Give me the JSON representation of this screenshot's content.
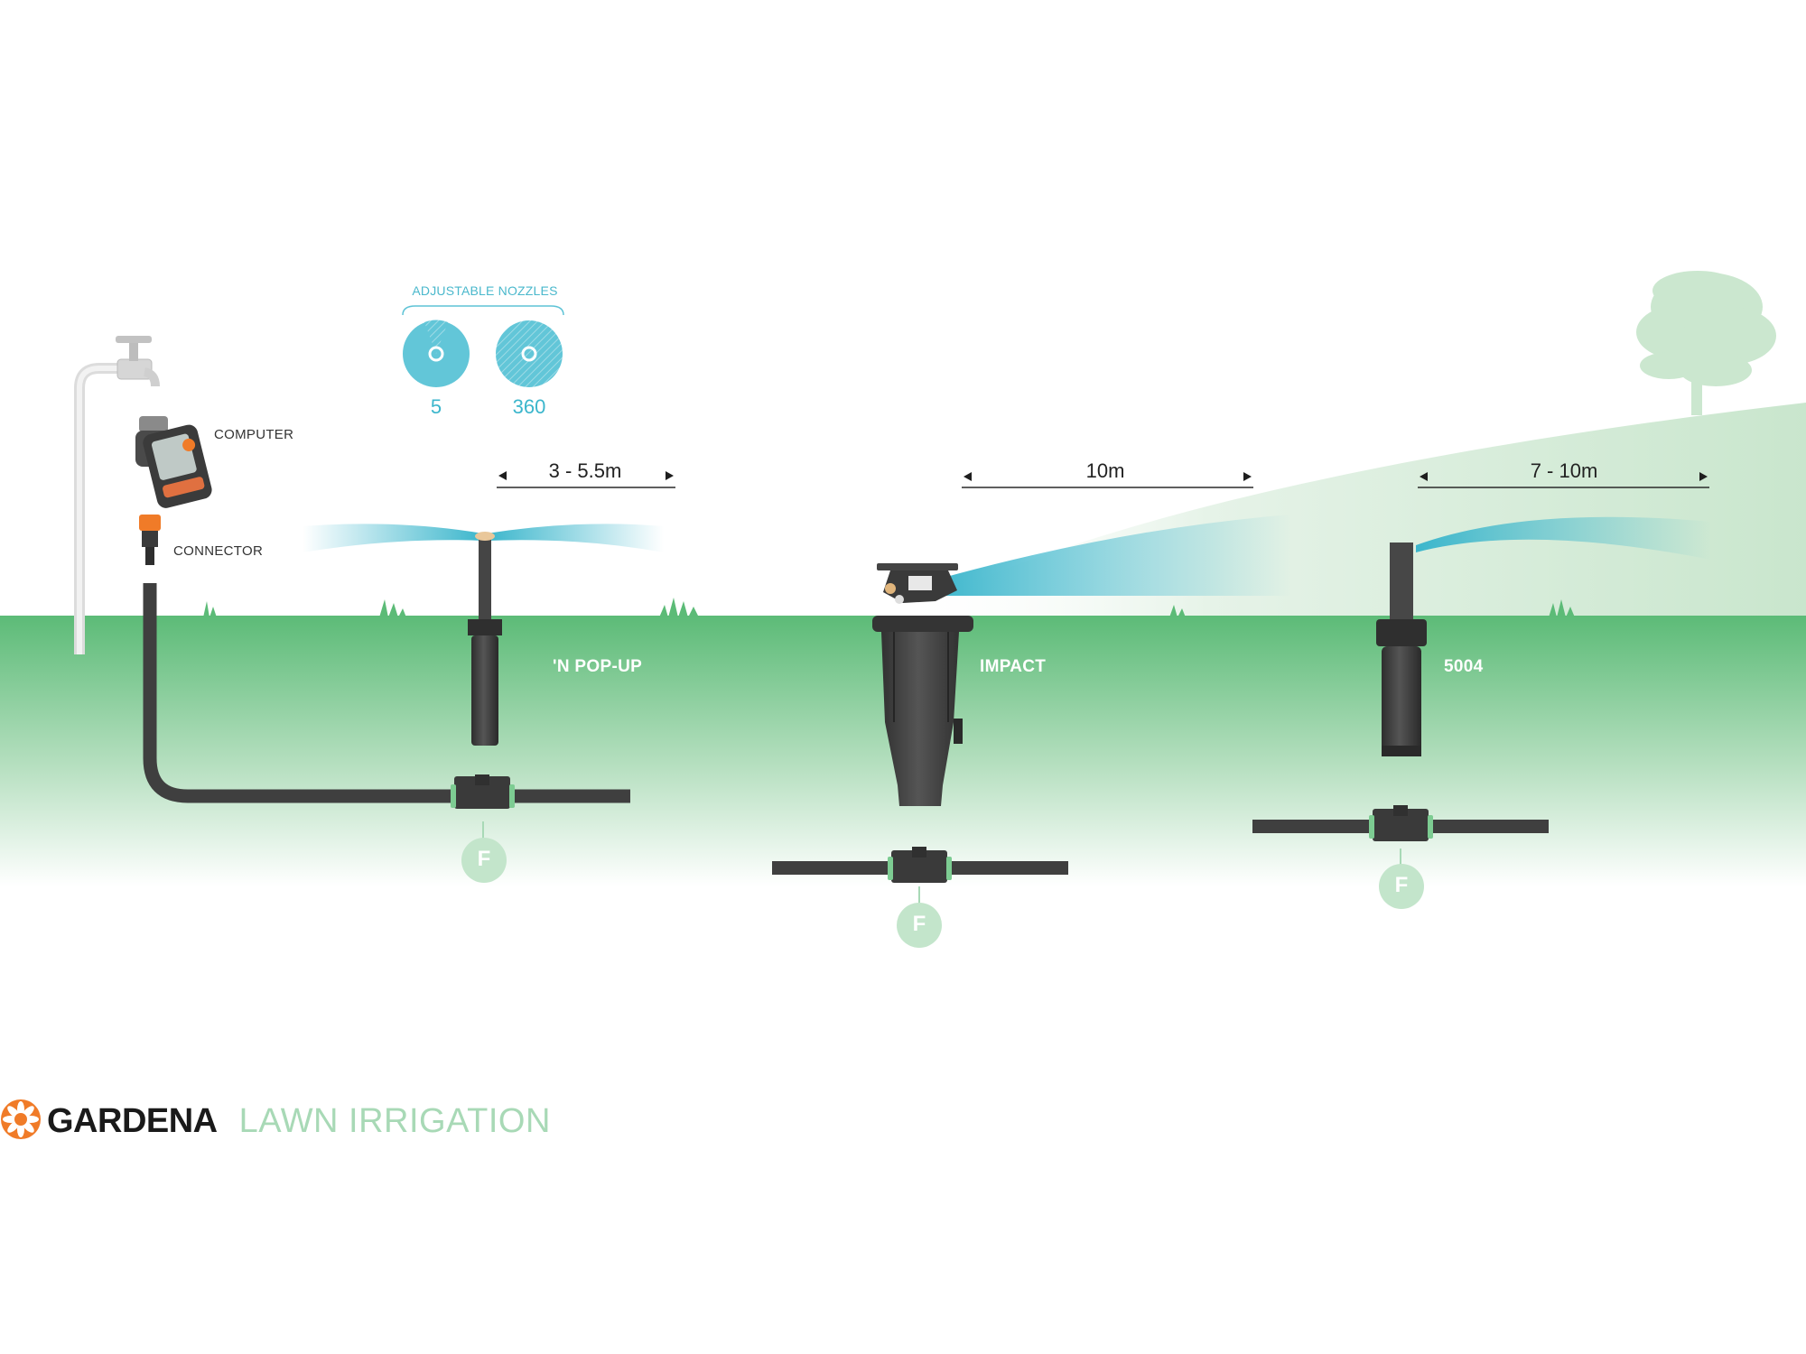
{
  "nozzles": {
    "title": "ADJUSTABLE NOZZLES",
    "items": [
      {
        "label": "5"
      },
      {
        "label": "360"
      }
    ]
  },
  "left_devices": {
    "computer_label": "COMPUTER",
    "connector_label": "CONNECTOR"
  },
  "sprinklers": [
    {
      "name": "'N POP-UP",
      "range": "3 - 5.5m",
      "fitting": "F"
    },
    {
      "name": "IMPACT",
      "range": "10m",
      "fitting": "F"
    },
    {
      "name": "5004",
      "range": "7 - 10m",
      "fitting": "F"
    }
  ],
  "footer": {
    "brand": "GARDENA",
    "tagline": "LAWN IRRIGATION"
  },
  "colors": {
    "water": "#3bb6cc",
    "grass": "#5cbb77",
    "pipe": "#3f3f3f",
    "fitting": "#a8d9b6",
    "brand_orange": "#f07b28"
  }
}
